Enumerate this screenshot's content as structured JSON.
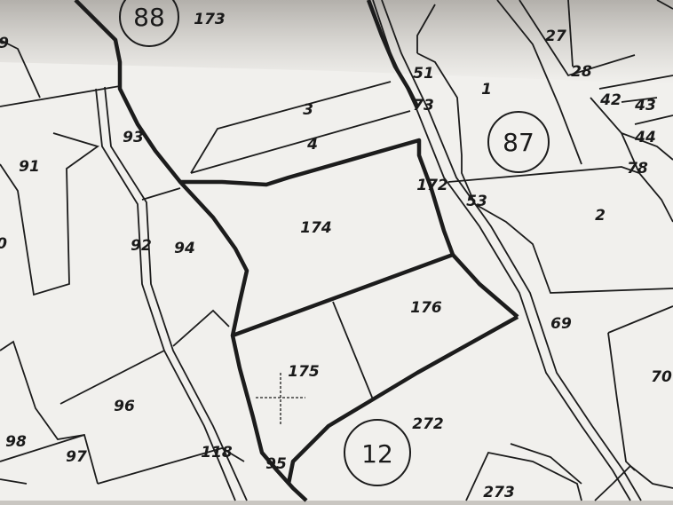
{
  "map": {
    "parcels": [
      "173",
      "9",
      "27",
      "28",
      "51",
      "1",
      "42",
      "43",
      "73",
      "3",
      "93",
      "44",
      "4",
      "91",
      "78",
      "172",
      "53",
      "2",
      "174",
      "94",
      "92",
      "0",
      "176",
      "69",
      "175",
      "70",
      "96",
      "272",
      "98",
      "97",
      "118",
      "95",
      "273"
    ],
    "districts": [
      "88",
      "87",
      "12"
    ],
    "highlighted_parcels": [
      "174",
      "175",
      "176"
    ],
    "colors": {
      "paper": "#f3f2ef",
      "line": "#1c1c1c",
      "shadow": "#b9b6b1"
    },
    "icons": [
      "crosshair-icon"
    ]
  }
}
